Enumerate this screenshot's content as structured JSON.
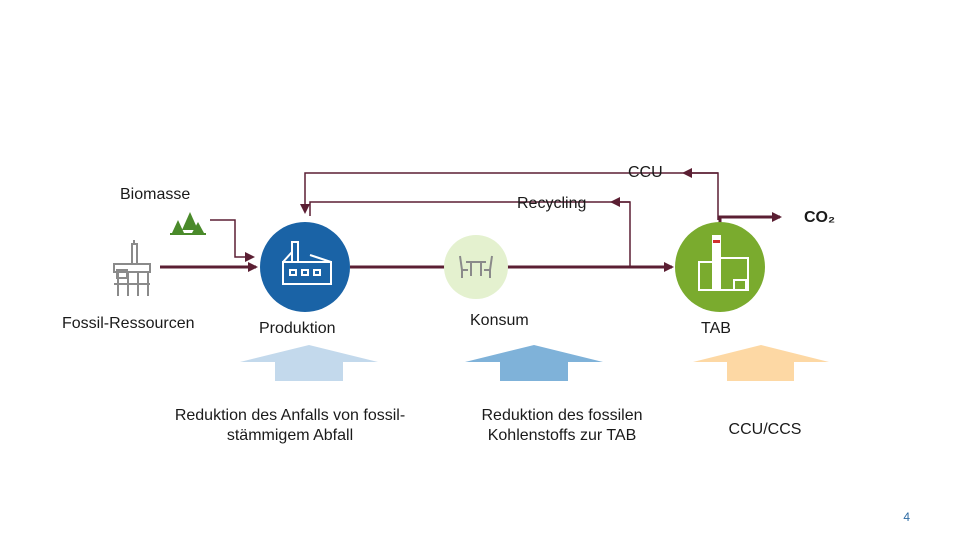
{
  "nodes": {
    "biomasse": "Biomasse",
    "fossil": "Fossil-Ressourcen",
    "produktion": "Produktion",
    "konsum": "Konsum",
    "tab": "TAB",
    "co2": "CO₂"
  },
  "flows": {
    "ccu": "CCU",
    "recycling": "Recycling"
  },
  "measures": [
    {
      "text_line1": "Reduktion des Anfalls von fossil-",
      "text_line2": "stämmigem Abfall",
      "color": "#c3d9ec"
    },
    {
      "text_line1": "Reduktion des fossilen",
      "text_line2": "Kohlenstoffs zur TAB",
      "color": "#7fb2d9"
    },
    {
      "text_line1": "CCU/CCS",
      "text_line2": "",
      "color": "#fdd8a4"
    }
  ],
  "page_number": "4",
  "colors": {
    "flow_line": "#5b1f33",
    "produktion_circle": "#1a63a6",
    "konsum_circle": "#e4f1cf",
    "tab_circle": "#7aab2e",
    "icon_gray": "#8a8a8a",
    "tree_green": "#4a8a2a"
  },
  "icons": {
    "fossil": "oil-rig-icon",
    "biomasse": "trees-icon",
    "produktion": "factory-icon",
    "konsum": "table-chairs-icon",
    "tab": "power-plant-icon"
  }
}
